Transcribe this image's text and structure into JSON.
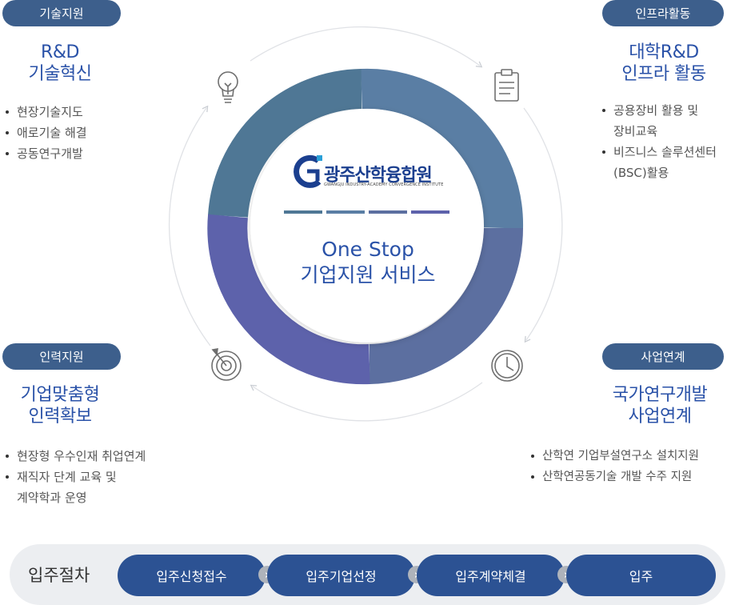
{
  "sections": {
    "tech": {
      "tag": "기술지원",
      "title_line1": "R&D",
      "title_line2": "기술혁신",
      "items": [
        "현장기술지도",
        "애로기술 해결",
        "공동연구개발"
      ]
    },
    "infra": {
      "tag": "인프라활동",
      "title_line1": "대학R&D",
      "title_line2": "인프라 활동",
      "items": [
        "공용장비 활용 및",
        "장비교육",
        "비즈니스 솔루션센터",
        "(BSC)활용"
      ]
    },
    "hr": {
      "tag": "인력지원",
      "title_line1": "기업맞춤형",
      "title_line2": "인력확보",
      "items": [
        "현장형 우수인재 취업연계",
        "재직자 단계 교육 및",
        "계약학과 운영"
      ]
    },
    "biz": {
      "tag": "사업연계",
      "title_line1": "국가연구개발",
      "title_line2": "사업연계",
      "items": [
        "산학연 기업부설연구소 설치지원",
        "산학연공동기술 개발 수주 지원"
      ]
    }
  },
  "center": {
    "logo_name": "광주산학융합원",
    "logo_sub": "GWANGJU INDUSTRY-ACADEMY CONVERGENCE INSTITUTE",
    "line1": "One Stop",
    "line2": "기업지원 서비스"
  },
  "icons": {
    "tech": "lightbulb-icon",
    "infra": "clipboard-icon",
    "hr": "target-icon",
    "biz": "clock-icon"
  },
  "colors": {
    "pill": "#3d5f8c",
    "title": "#2a52a8",
    "ring_teal": "#4f7795",
    "ring_slate": "#5c6fa0",
    "ring_violet": "#5d62ab",
    "step": "#2c5293"
  },
  "process": {
    "label": "입주절차",
    "steps": [
      "입주신청접수",
      "입주기업선정",
      "입주계약체결",
      "입주"
    ]
  }
}
